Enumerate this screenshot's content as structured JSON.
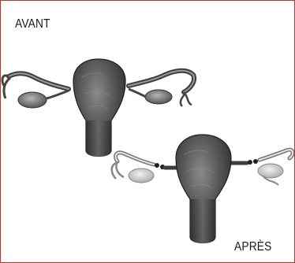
{
  "labels": {
    "before": "AVANT",
    "after": "APRÈS"
  },
  "colors": {
    "border": "#c0342b",
    "tissue_dark": "#4a4a4a",
    "tissue_light": "#d9d9d9"
  },
  "figures": [
    {
      "id": "before",
      "tubes": "intact"
    },
    {
      "id": "after",
      "tubes": "cut-and-tied"
    }
  ]
}
